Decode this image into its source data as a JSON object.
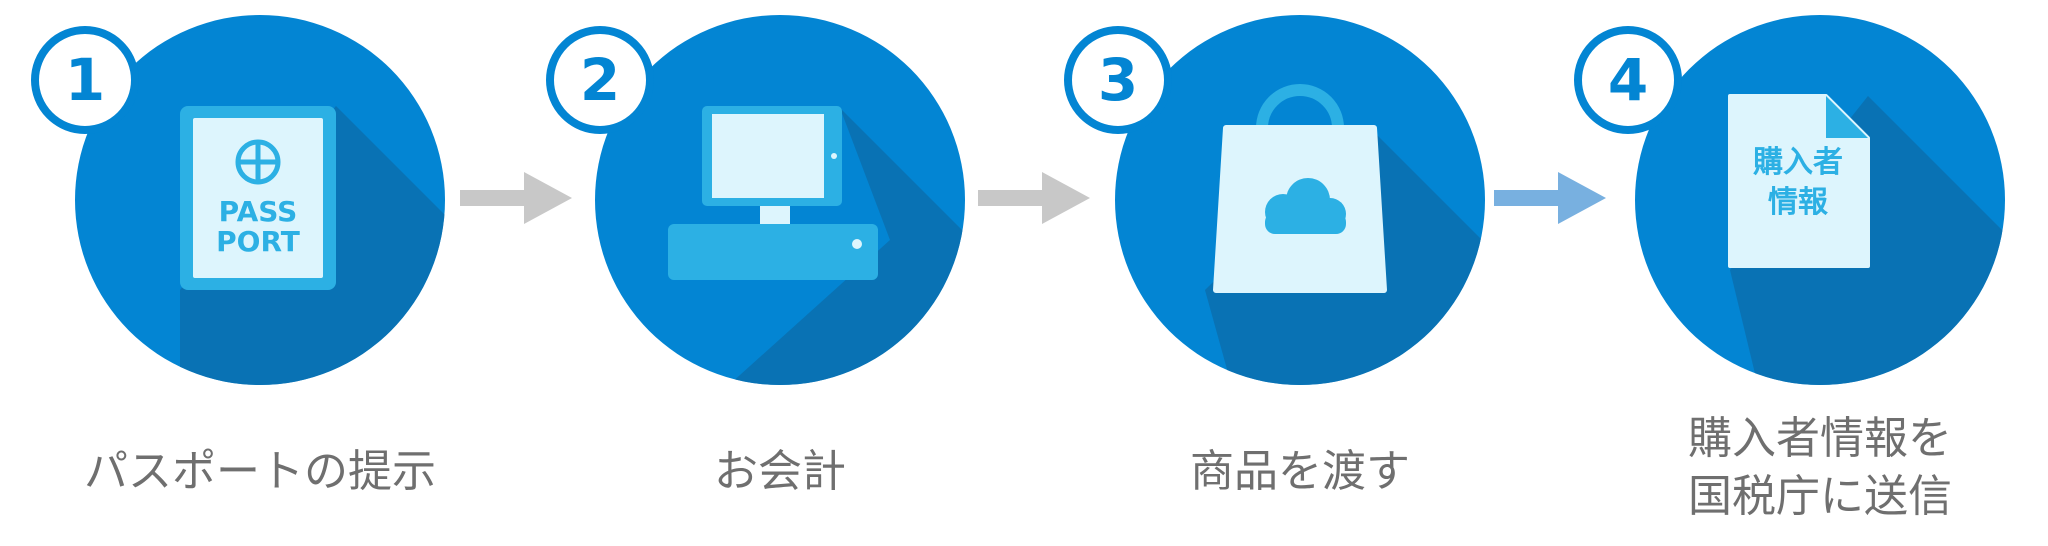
{
  "steps": [
    {
      "number": "1",
      "label": "パスポートの提示",
      "icon": "passport-icon",
      "icon_text": [
        "PASS",
        "PORT"
      ]
    },
    {
      "number": "2",
      "label": "お会計",
      "icon": "register-icon"
    },
    {
      "number": "3",
      "label": "商品を渡す",
      "icon": "shopping-bag-icon"
    },
    {
      "number": "4",
      "label": "購入者情報を\n国税庁に送信",
      "icon": "document-icon",
      "icon_text": [
        "購入者",
        "情報"
      ]
    }
  ],
  "colors": {
    "circle": "#0385d3",
    "shadow": "#0a6fae",
    "badge_border": "#0385d3",
    "badge_text": "#0385d3",
    "icon_light": "#ddf5fd",
    "icon_accent": "#2cb0e4",
    "arrow_gray": "#c8c8c8",
    "arrow_blue": "#78b0e0",
    "label_text": "#6f6f6f"
  }
}
